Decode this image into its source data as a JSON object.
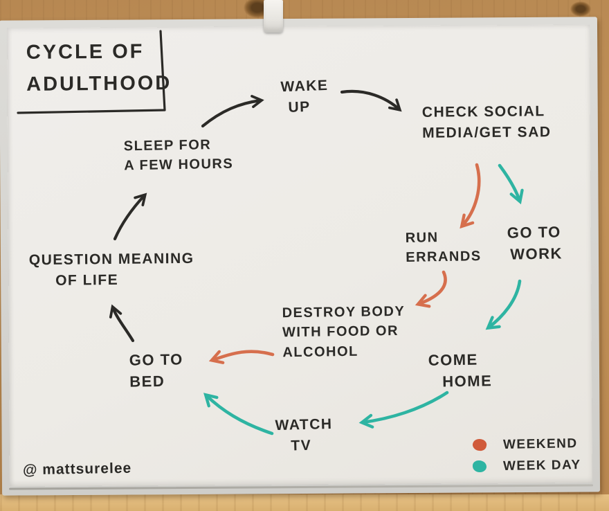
{
  "title": {
    "line1": "CYCLE OF",
    "line2": "ADULTHOOD"
  },
  "signature": "@ mattsurelee",
  "colors": {
    "weekend_orange": "#d66f4d",
    "weekday_teal": "#2eb4a2",
    "marker_black": "#2b2a27",
    "board_white": "#edebe6",
    "frame_silver": "#d6d5d1",
    "wood_tan": "#bb8c55"
  },
  "nodes": {
    "wake_up": {
      "line1": "WAKE",
      "line2": "UP"
    },
    "check_social_media": {
      "line1": "CHECK SOCIAL",
      "line2": "MEDIA/GET SAD"
    },
    "run_errands": {
      "line1": "RUN",
      "line2": "ERRANDS"
    },
    "go_to_work": {
      "line1": "GO TO",
      "line2": "WORK"
    },
    "destroy_body": {
      "line1": "DESTROY BODY",
      "line2": "WITH FOOD OR",
      "line3": "ALCOHOL"
    },
    "come_home": {
      "line1": "COME",
      "line2": "HOME"
    },
    "watch_tv": {
      "line1": "WATCH",
      "line2": "TV"
    },
    "go_to_bed": {
      "line1": "GO TO",
      "line2": "BED"
    },
    "question_meaning": {
      "line1": "QUESTION MEANING",
      "line2": "OF LIFE"
    },
    "sleep_few_hours": {
      "line1": "SLEEP FOR",
      "line2": "A FEW HOURS"
    }
  },
  "edges": [
    {
      "from": "sleep_few_hours",
      "to": "wake_up",
      "color": "black"
    },
    {
      "from": "wake_up",
      "to": "check_social_media",
      "color": "black"
    },
    {
      "from": "check_social_media",
      "to": "run_errands",
      "color": "weekend_orange"
    },
    {
      "from": "check_social_media",
      "to": "go_to_work",
      "color": "weekday_teal"
    },
    {
      "from": "run_errands",
      "to": "destroy_body",
      "color": "weekend_orange"
    },
    {
      "from": "go_to_work",
      "to": "come_home",
      "color": "weekday_teal"
    },
    {
      "from": "destroy_body",
      "to": "go_to_bed",
      "color": "weekend_orange"
    },
    {
      "from": "come_home",
      "to": "watch_tv",
      "color": "weekday_teal"
    },
    {
      "from": "watch_tv",
      "to": "go_to_bed",
      "color": "weekday_teal"
    },
    {
      "from": "go_to_bed",
      "to": "question_meaning",
      "color": "black"
    },
    {
      "from": "question_meaning",
      "to": "sleep_few_hours",
      "color": "black"
    }
  ],
  "legend": {
    "weekend_label": "WEEKEND",
    "weekday_label": "WEEK DAY"
  }
}
